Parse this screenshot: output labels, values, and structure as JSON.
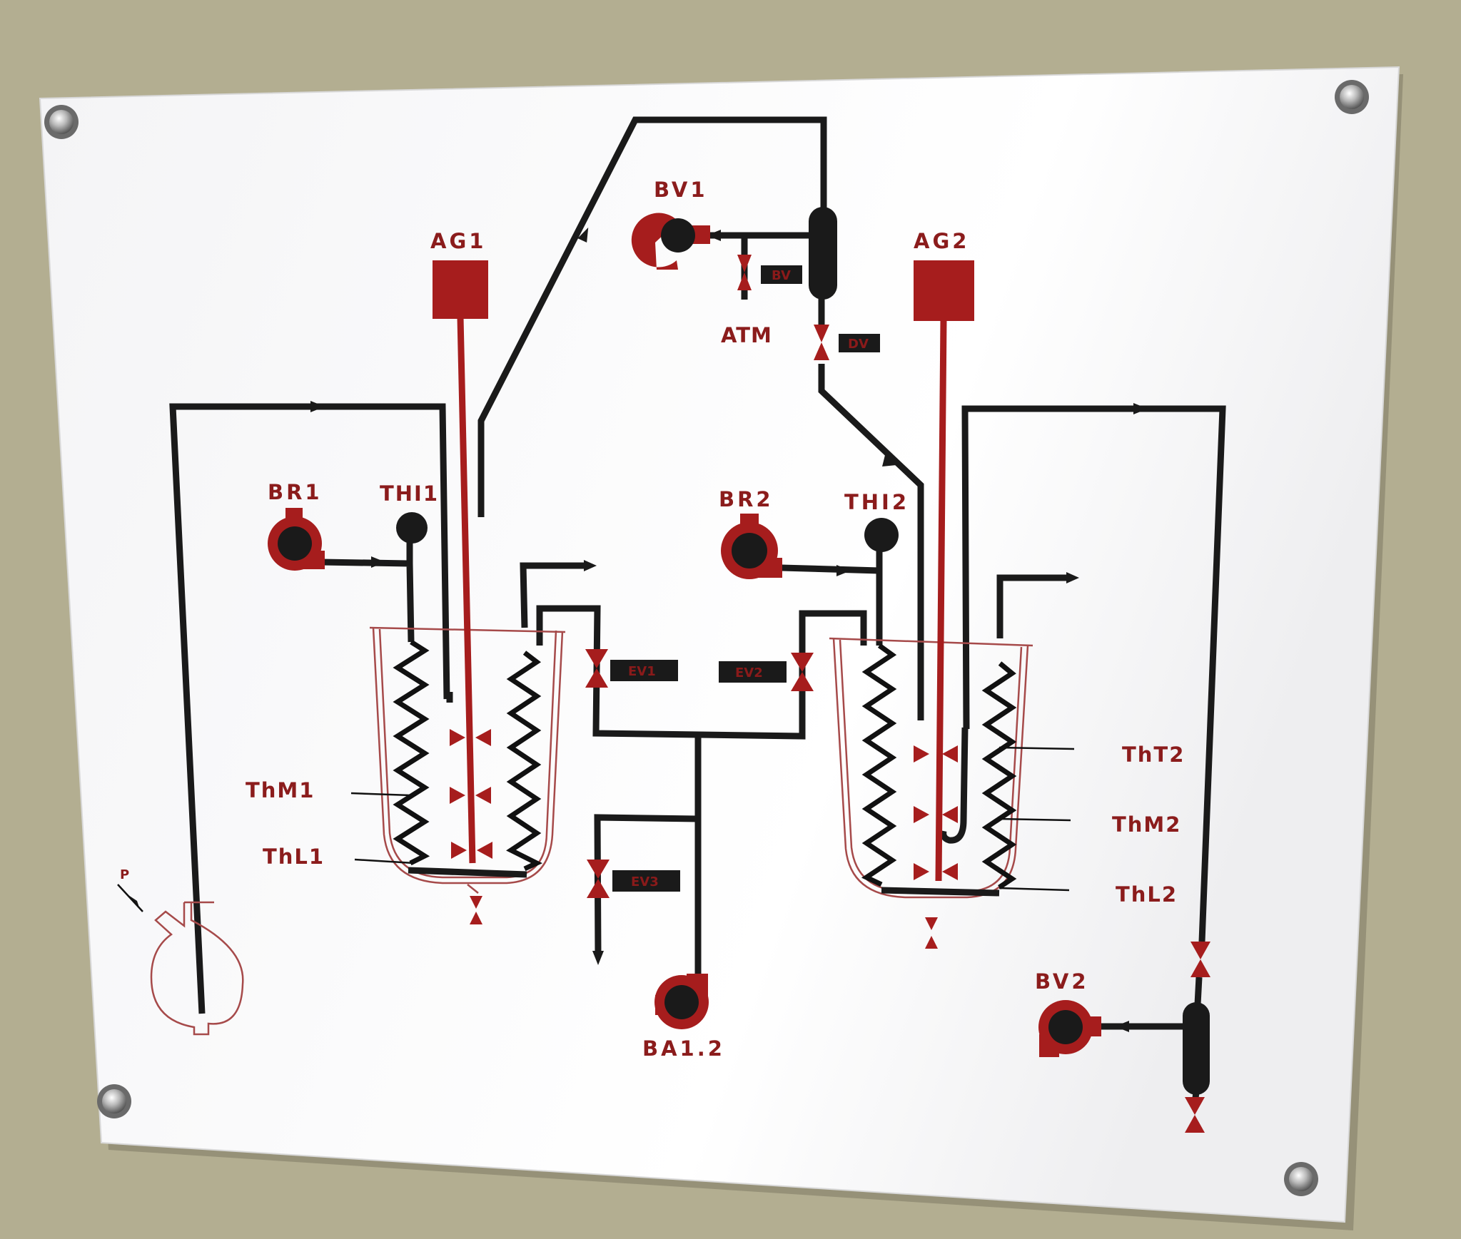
{
  "labels": {
    "ag1": "AG1",
    "ag2": "AG2",
    "bv1": "BV1",
    "bv2": "BV2",
    "atm": "ATM",
    "br1": "BR1",
    "br2": "BR2",
    "thi1": "THI1",
    "thi2": "THI2",
    "thm1": "ThM1",
    "thl1": "ThL1",
    "tht2": "ThT2",
    "thm2": "ThM2",
    "thl2": "ThL2",
    "ba12": "BA1.2",
    "p": "P"
  },
  "valve_tags": {
    "bv": "BV",
    "dv": "DV",
    "ev1": "EV1",
    "ev2": "EV2",
    "ev3": "EV3"
  },
  "colors": {
    "wall": "#b3ae91",
    "panel": "#f6f6f8",
    "red": "#a61d1d",
    "dark_red": "#8b1c1c",
    "black": "#1a1a1a"
  }
}
